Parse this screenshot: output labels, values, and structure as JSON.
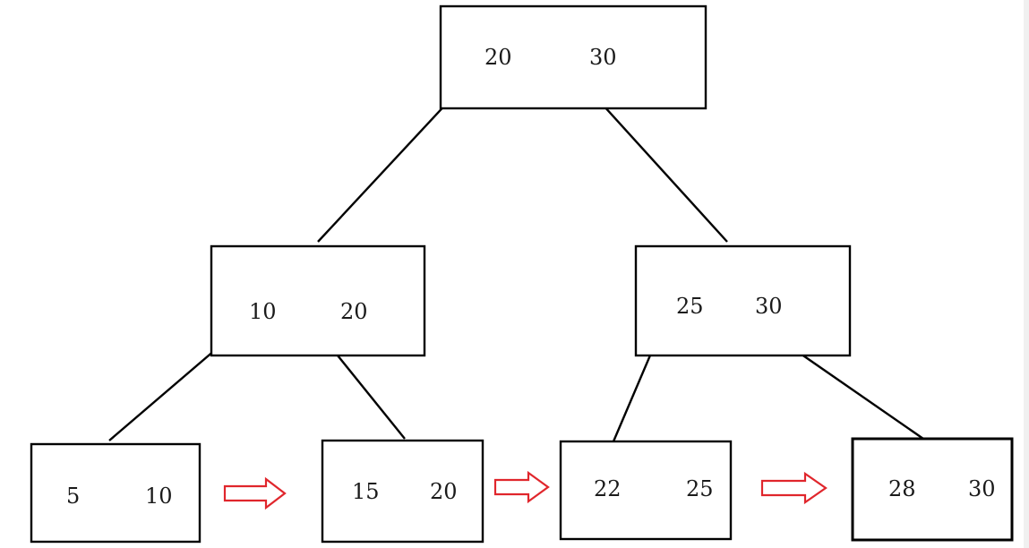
{
  "tree": {
    "root": {
      "keys": [
        "20",
        "30"
      ]
    },
    "internal": [
      {
        "keys": [
          "10",
          "20"
        ]
      },
      {
        "keys": [
          "25",
          "30"
        ]
      }
    ],
    "leaves": [
      {
        "keys": [
          "5",
          "10"
        ]
      },
      {
        "keys": [
          "15",
          "20"
        ]
      },
      {
        "keys": [
          "22",
          "25"
        ]
      },
      {
        "keys": [
          "28",
          "30"
        ]
      }
    ]
  },
  "colors": {
    "stroke": "#000000",
    "text": "#1a1a1a",
    "leaf_link_arrow": "#e0262c",
    "background": "#ffffff"
  }
}
